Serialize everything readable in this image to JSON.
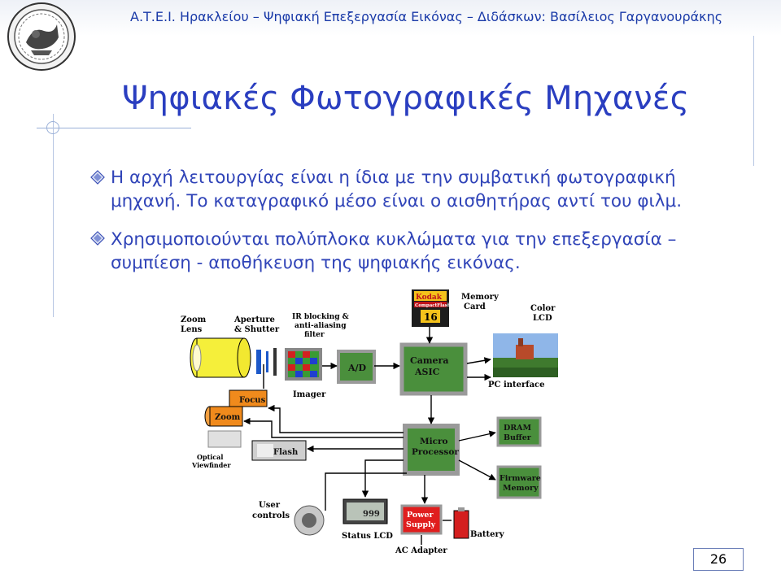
{
  "header": {
    "text": "Α.Τ.Ε.Ι. Ηρακλείου – Ψηφιακή Επεξεργασία Εικόνας – Διδάσκων: Βασίλειος Γαργανουράκης"
  },
  "slide": {
    "title": "Ψηφιακές Φωτογραφικές Μηχανές",
    "bullets": [
      {
        "lines": [
          "Η αρχή λειτουργίας είναι η ίδια με την συμβατική φωτογραφική",
          "μηχανή. Το καταγραφικό μέσο είναι ο αισθητήρας αντί του φιλμ."
        ]
      },
      {
        "lines": [
          "Χρησιμοποιούνται πολύπλοκα κυκλώματα για την επεξεργασία –",
          "συμπίεση - αποθήκευση της ψηφιακής εικόνας."
        ]
      }
    ],
    "page_number": "26"
  },
  "diagram": {
    "labels": {
      "zoom_lens": [
        "Zoom",
        "Lens"
      ],
      "aperture_shutter": [
        "Aperture",
        "& Shutter"
      ],
      "ir_filter": [
        "IR blocking &",
        "anti-aliasing",
        "filter"
      ],
      "memory_card": [
        "Memory",
        "Card"
      ],
      "color_lcd": [
        "Color",
        "LCD"
      ],
      "kodak_brand": "Kodak",
      "kodak_product": "CompactFlash",
      "kodak_size": "16",
      "ad": "A/D",
      "camera_asic": [
        "Camera",
        "ASIC"
      ],
      "pc_interface": "PC interface",
      "imager": "Imager",
      "focus": "Focus",
      "zoom": "Zoom",
      "flash": "Flash",
      "micro_processor": [
        "Micro",
        "Processor"
      ],
      "dram_buffer": [
        "DRAM",
        "Buffer"
      ],
      "firmware_memory": [
        "Firmware",
        "Memory"
      ],
      "optical_viewfinder": [
        "Optical",
        "Viewfinder"
      ],
      "user_controls": [
        "User",
        "controls"
      ],
      "status_lcd": "Status LCD",
      "status_lcd_digits": "999",
      "power_supply": [
        "Power",
        "Supply"
      ],
      "battery": "Battery",
      "ac_adapter": "AC Adapter"
    }
  },
  "colors": {
    "title": "#2a3ec0",
    "text": "#3044b8",
    "chip": "#4a8f3c",
    "chip_pins": "#9a9a9a",
    "zoom_orange": "#f08a1c",
    "lens_yellow": "#f5ef3a",
    "power_red": "#e01e1e"
  }
}
